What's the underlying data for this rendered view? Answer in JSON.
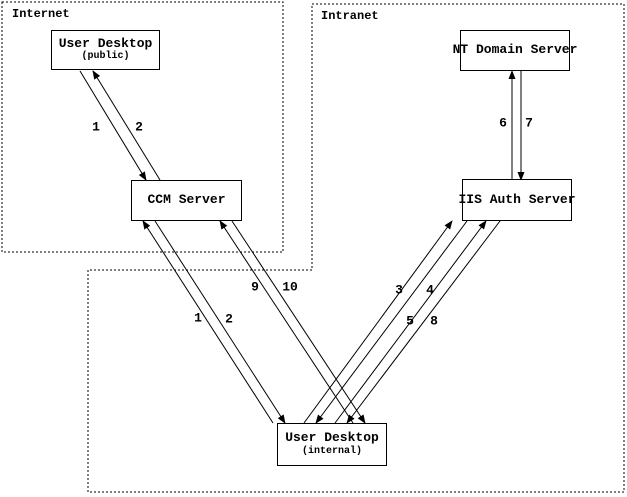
{
  "diagram": {
    "zones": [
      {
        "id": "internet",
        "label": "Internet"
      },
      {
        "id": "intranet",
        "label": "Intranet"
      }
    ],
    "nodes": [
      {
        "id": "user-desktop-public",
        "label": "User Desktop",
        "sublabel": "(public)",
        "zone": "internet"
      },
      {
        "id": "ccm-server",
        "label": "CCM Server",
        "sublabel": "",
        "zone": "internet"
      },
      {
        "id": "nt-domain-server",
        "label": "NT Domain Server",
        "sublabel": "",
        "zone": "intranet"
      },
      {
        "id": "iis-auth-server",
        "label": "IIS Auth Server",
        "sublabel": "",
        "zone": "intranet"
      },
      {
        "id": "user-desktop-internal",
        "label": "User Desktop",
        "sublabel": "(internal)",
        "zone": "intranet"
      }
    ],
    "edges": [
      {
        "label": "1",
        "from": "user-desktop-public",
        "to": "ccm-server"
      },
      {
        "label": "2",
        "from": "ccm-server",
        "to": "user-desktop-public"
      },
      {
        "label": "6",
        "from": "iis-auth-server",
        "to": "nt-domain-server"
      },
      {
        "label": "7",
        "from": "nt-domain-server",
        "to": "iis-auth-server"
      },
      {
        "label": "1",
        "from": "user-desktop-internal",
        "to": "ccm-server"
      },
      {
        "label": "2",
        "from": "ccm-server",
        "to": "user-desktop-internal"
      },
      {
        "label": "9",
        "from": "user-desktop-internal",
        "to": "ccm-server"
      },
      {
        "label": "10",
        "from": "ccm-server",
        "to": "user-desktop-internal"
      },
      {
        "label": "3",
        "from": "user-desktop-internal",
        "to": "iis-auth-server"
      },
      {
        "label": "4",
        "from": "iis-auth-server",
        "to": "user-desktop-internal"
      },
      {
        "label": "5",
        "from": "user-desktop-internal",
        "to": "iis-auth-server"
      },
      {
        "label": "8",
        "from": "iis-auth-server",
        "to": "user-desktop-internal"
      }
    ],
    "colors": {
      "line": "#000000",
      "background": "#ffffff"
    }
  }
}
